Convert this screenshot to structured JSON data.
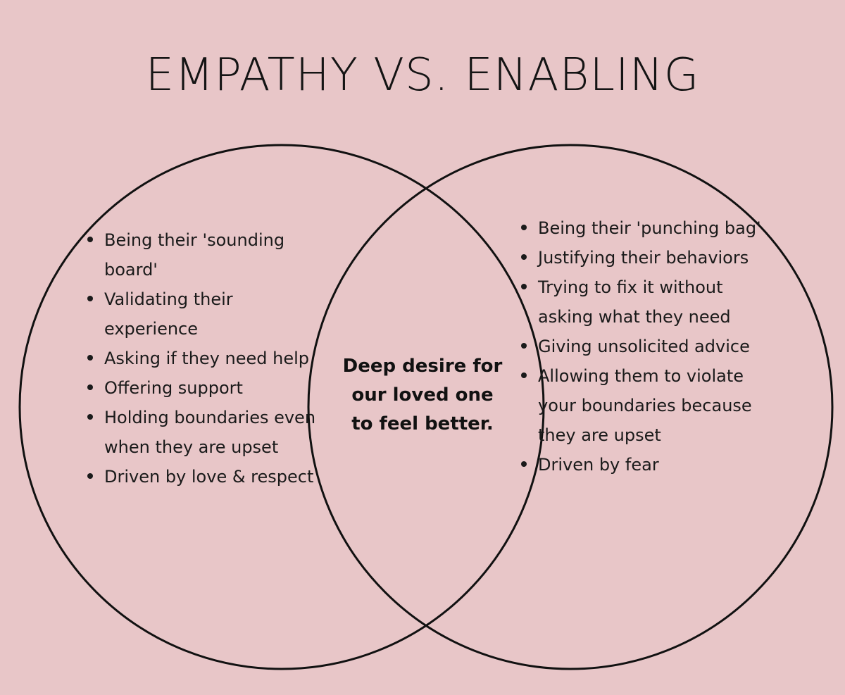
{
  "title": "EMPATHY  VS. ENABLING",
  "left_items": [
    "Being their 'sounding board'",
    "Validating their experience",
    "Asking if they need help",
    "Offering support",
    "Holding boundaries even when they are upset",
    "Driven by love & respect"
  ],
  "center_text": "Deep desire for our loved one to feel better.",
  "right_items": [
    "Being their 'punching bag'",
    "Justifying their behaviors",
    "Trying to fix it without asking what they need",
    "Giving unsolicited advice",
    "Allowing them to violate your boundaries because they are upset",
    "Driven by fear"
  ],
  "colors": {
    "background": "#e8c6c8",
    "ink": "#111111"
  }
}
